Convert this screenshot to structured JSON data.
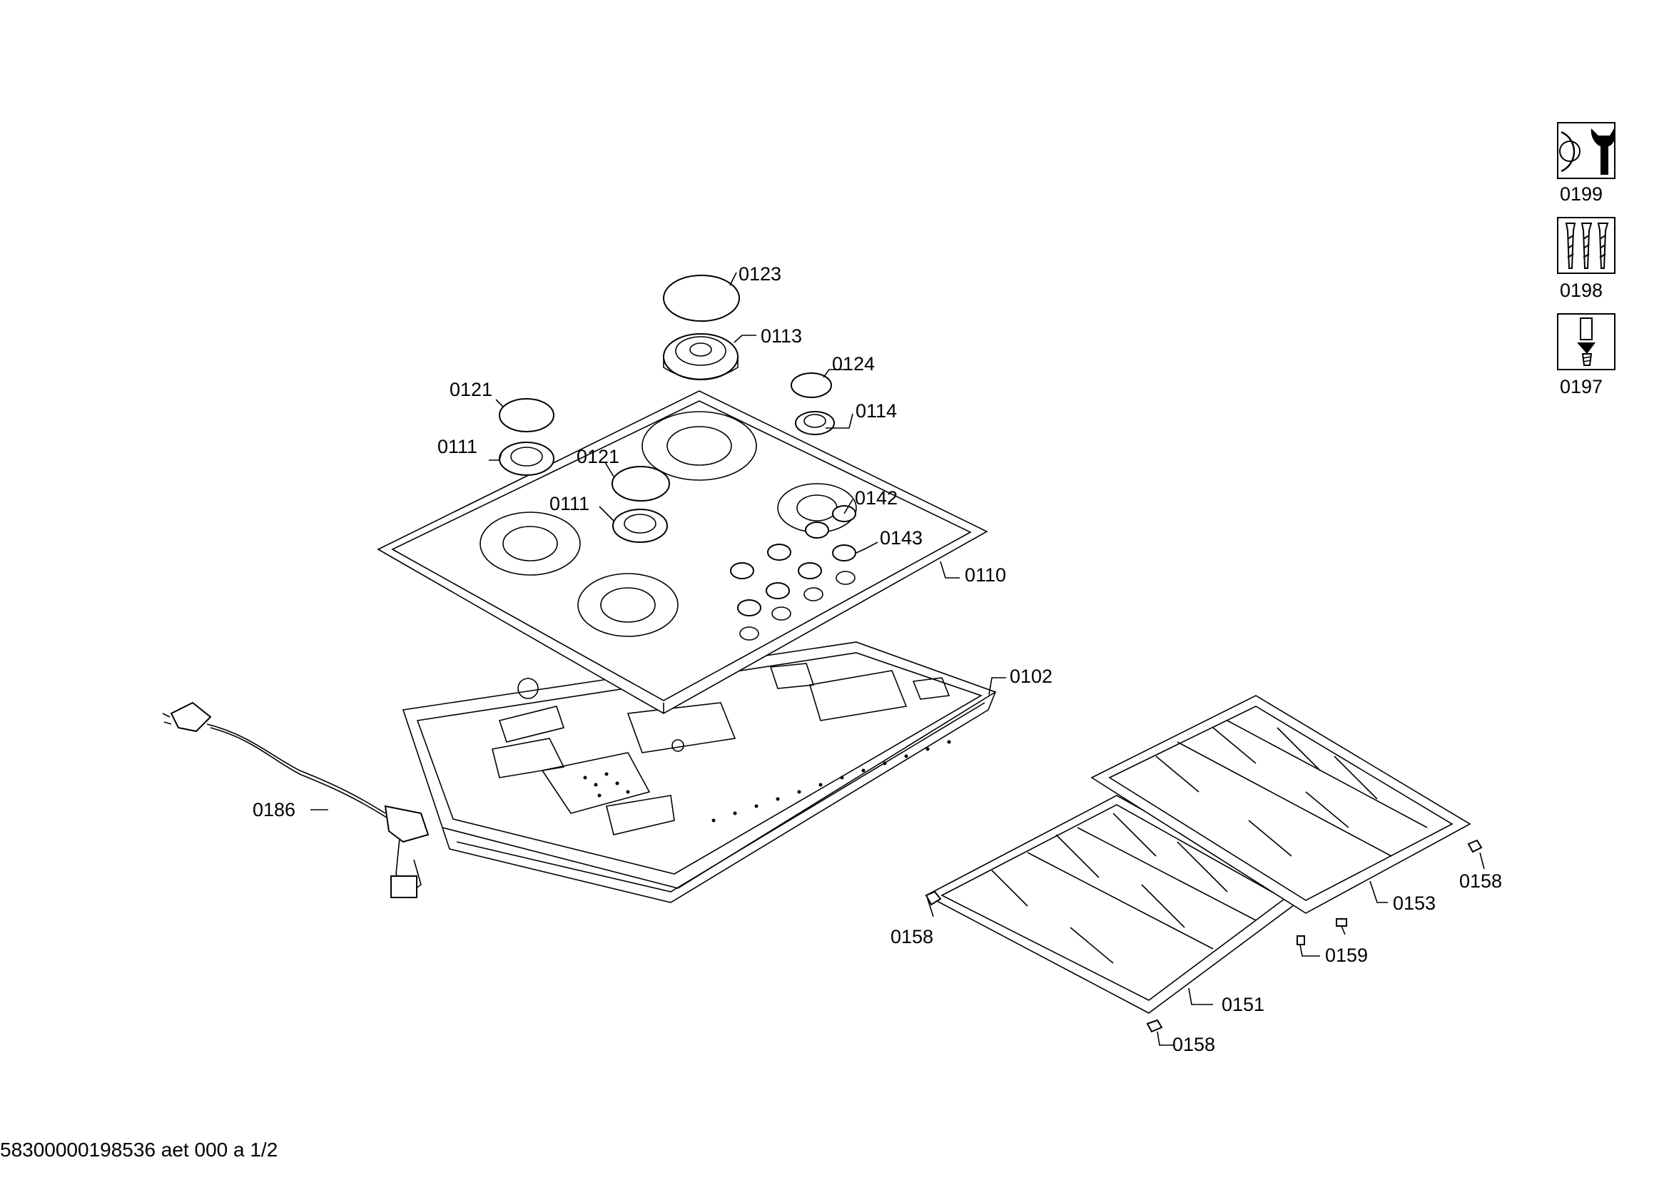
{
  "footer": "58300000198536 aet 000 a 1/2",
  "icons": [
    {
      "number": "0199",
      "icon": "service-tool-icon"
    },
    {
      "number": "0198",
      "icon": "screws-icon"
    },
    {
      "number": "0197",
      "icon": "screw-driver-icon"
    }
  ],
  "callouts": {
    "c0123": "0123",
    "c0113": "0113",
    "c0124": "0124",
    "c0114": "0114",
    "c0121a": "0121",
    "c0111a": "0111",
    "c0121b": "0121",
    "c0111b": "0111",
    "c0142": "0142",
    "c0143": "0143",
    "c0110": "0110",
    "c0102": "0102",
    "c0186": "0186",
    "c0158a": "0158",
    "c0153": "0153",
    "c0158b": "0158",
    "c0159": "0159",
    "c0151": "0151",
    "c0158c": "0158"
  }
}
